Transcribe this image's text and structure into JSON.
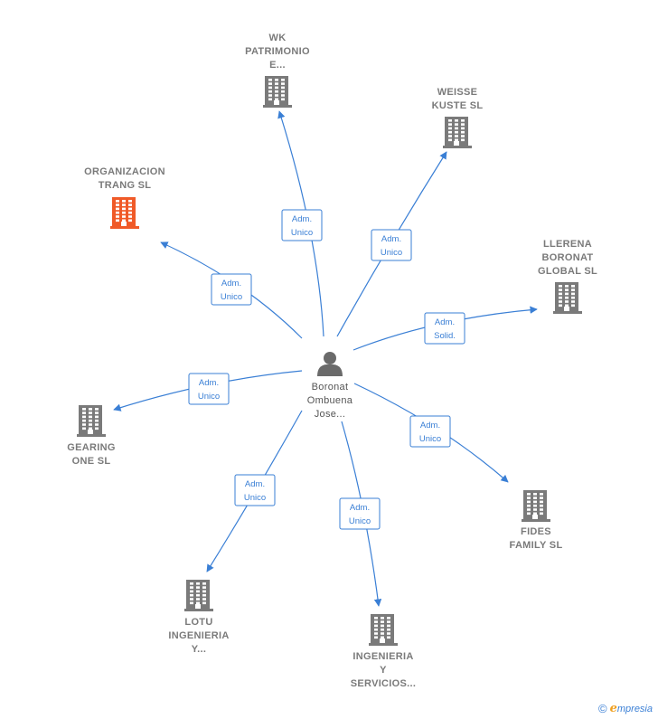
{
  "center": {
    "id": "boronat",
    "label_lines": [
      "Boronat",
      "Ombuena",
      "Jose..."
    ],
    "icon": "person-icon"
  },
  "nodes": [
    {
      "id": "wk",
      "label_lines": [
        "WK",
        "PATRIMONIO",
        "E..."
      ],
      "icon": "building-icon",
      "highlight": false
    },
    {
      "id": "weisse",
      "label_lines": [
        "WEISSE",
        "KUSTE SL"
      ],
      "icon": "building-icon",
      "highlight": false
    },
    {
      "id": "organizacion",
      "label_lines": [
        "ORGANIZACION",
        "TRANG  SL"
      ],
      "icon": "building-icon",
      "highlight": true
    },
    {
      "id": "llerena",
      "label_lines": [
        "LLERENA",
        "BORONAT",
        "GLOBAL  SL"
      ],
      "icon": "building-icon",
      "highlight": false
    },
    {
      "id": "gearing",
      "label_lines": [
        "GEARING",
        "ONE  SL"
      ],
      "icon": "building-icon",
      "highlight": false
    },
    {
      "id": "fides",
      "label_lines": [
        "FIDES",
        "FAMILY  SL"
      ],
      "icon": "building-icon",
      "highlight": false
    },
    {
      "id": "lotu",
      "label_lines": [
        "LOTU",
        "INGENIERIA",
        "Y..."
      ],
      "icon": "building-icon",
      "highlight": false
    },
    {
      "id": "ingenieria",
      "label_lines": [
        "INGENIERIA",
        "Y",
        "SERVICIOS..."
      ],
      "icon": "building-icon",
      "highlight": false
    }
  ],
  "edges": [
    {
      "to": "wk",
      "label_lines": [
        "Adm.",
        "Unico"
      ]
    },
    {
      "to": "weisse",
      "label_lines": [
        "Adm.",
        "Unico"
      ]
    },
    {
      "to": "organizacion",
      "label_lines": [
        "Adm.",
        "Unico"
      ]
    },
    {
      "to": "llerena",
      "label_lines": [
        "Adm.",
        "Solid."
      ]
    },
    {
      "to": "gearing",
      "label_lines": [
        "Adm.",
        "Unico"
      ]
    },
    {
      "to": "fides",
      "label_lines": [
        "Adm.",
        "Unico"
      ]
    },
    {
      "to": "lotu",
      "label_lines": [
        "Adm.",
        "Unico"
      ]
    },
    {
      "to": "ingenieria",
      "label_lines": [
        "Adm.",
        "Unico"
      ]
    }
  ],
  "colors": {
    "edge": "#3a7fd5",
    "building": "#7a7a7a",
    "building_highlight": "#f05a28",
    "person": "#6a6a6a"
  },
  "footer": {
    "copyright_symbol": "©",
    "brand_first": "e",
    "brand_rest": "mpresia"
  }
}
